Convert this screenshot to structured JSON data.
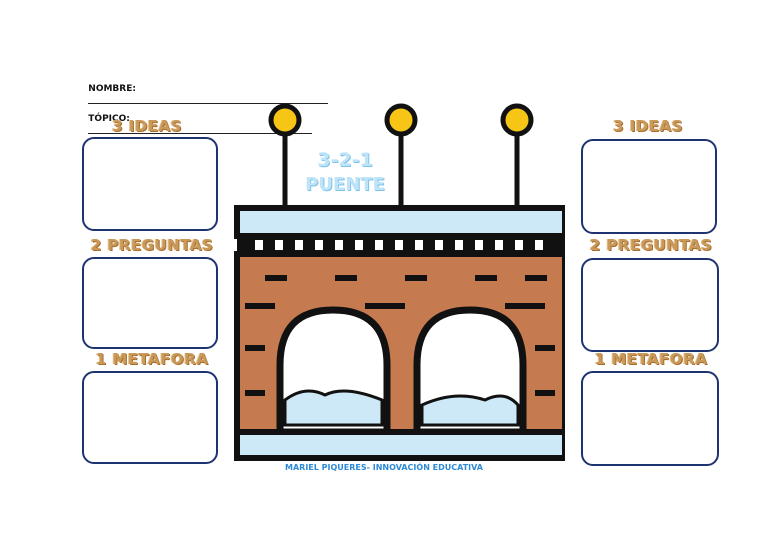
{
  "header": {
    "nombre_label": "NOMBRE:",
    "topico_label": "TÓPICO:"
  },
  "title": {
    "line1": "3-2-1",
    "line2": "PUENTE"
  },
  "left": {
    "ideas": "3 IDEAS",
    "preguntas": "2 PREGUNTAS",
    "metafora": "1 METAFORA"
  },
  "right": {
    "ideas": "3 IDEAS",
    "preguntas": "2 PREGUNTAS",
    "metafora": "1 METAFORA"
  },
  "footer": "MARIEL PIQUERES- INNOVACIÓN EDUCATIVA",
  "colors": {
    "box_border": "#1e3470",
    "label": "#c8995a",
    "title": "#bfe3f7",
    "footer": "#2c8ad6",
    "bridge_brick": "#c57a4f",
    "lamp": "#f7c515"
  }
}
